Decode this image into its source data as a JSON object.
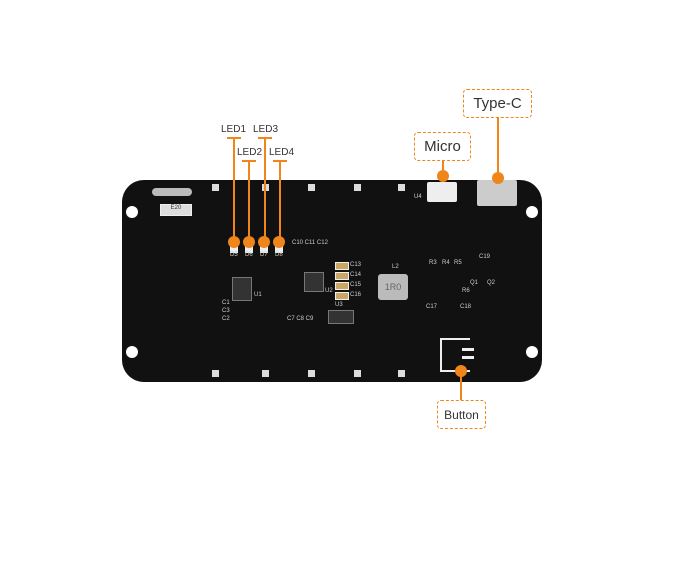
{
  "callouts": {
    "led1": "LED1",
    "led2": "LED2",
    "led3": "LED3",
    "led4": "LED4",
    "micro": "Micro",
    "type_c": "Type-C",
    "button": "Button"
  },
  "silkscreen": {
    "d5": "D5",
    "d6": "D6",
    "d7": "D7",
    "d8": "D8",
    "u1": "U1",
    "u2": "U2",
    "u3": "U3",
    "u4": "U4",
    "l2": "L2",
    "inductor": "1R0",
    "e20": "E20",
    "c13": "C13",
    "c14": "C14",
    "c15": "C15",
    "c16": "C16",
    "c10_12": "C10 C11 C12",
    "c789": "C7 C8 C9",
    "c1": "C1",
    "c3": "C3",
    "c2": "C2",
    "r3": "R3",
    "r4": "R4",
    "r5": "R5",
    "r6": "R6",
    "c17": "C17",
    "c18": "C18",
    "c19": "C19",
    "q1": "Q1",
    "q2": "Q2"
  },
  "colors": {
    "accent": "#f08519",
    "board": "#111111"
  }
}
